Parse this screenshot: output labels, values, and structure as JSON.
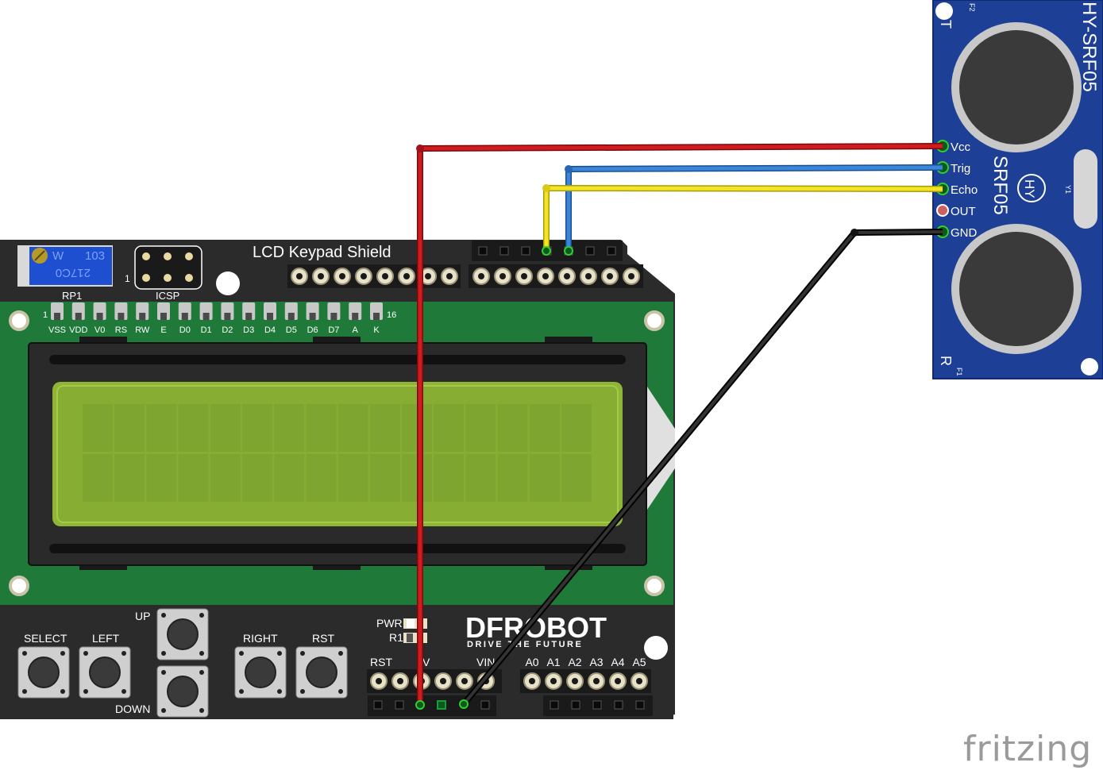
{
  "shield": {
    "title": "LCD Keypad Shield",
    "rp1": "RP1",
    "pot_w": "W",
    "pot_code": "103",
    "pot_code2": "217C0",
    "icsp": "ICSP",
    "icsp_pin1": "1",
    "lcd_pin_first": "1",
    "lcd_pin_last": "16",
    "lcd_pins": [
      "VSS",
      "VDD",
      "V0",
      "RS",
      "RW",
      "E",
      "D0",
      "D1",
      "D2",
      "D3",
      "D4",
      "D5",
      "D6",
      "D7",
      "A",
      "K"
    ],
    "buttons": {
      "select": "SELECT",
      "left": "LEFT",
      "up": "UP",
      "down": "DOWN",
      "right": "RIGHT",
      "rst": "RST"
    },
    "pwr": "PWR",
    "r1": "R1",
    "brand": "DFROBOT",
    "tagline": "DRIVE THE FUTURE",
    "power_header": {
      "rst": "RST",
      "v": "V",
      "vin": "VIN"
    },
    "analog": [
      "A0",
      "A1",
      "A2",
      "A3",
      "A4",
      "A5"
    ]
  },
  "sensor": {
    "model": "HY-SRF05",
    "model_short": "SRF05",
    "logo": "HY",
    "mark_t": "T",
    "mark_r": "R",
    "f1": "F1",
    "f2": "F2",
    "y1": "Y1",
    "pins": [
      "Vcc",
      "Trig",
      "Echo",
      "OUT",
      "GND"
    ]
  },
  "wires": [
    {
      "from": "Vcc",
      "to": "5V",
      "color": "#c8161a"
    },
    {
      "from": "Trig",
      "to": "digital header",
      "color": "#2e7bd1"
    },
    {
      "from": "Echo",
      "to": "digital header",
      "color": "#f1e21a"
    },
    {
      "from": "GND",
      "to": "GND",
      "color": "#1a1a1a"
    }
  ],
  "watermark": "fritzing"
}
